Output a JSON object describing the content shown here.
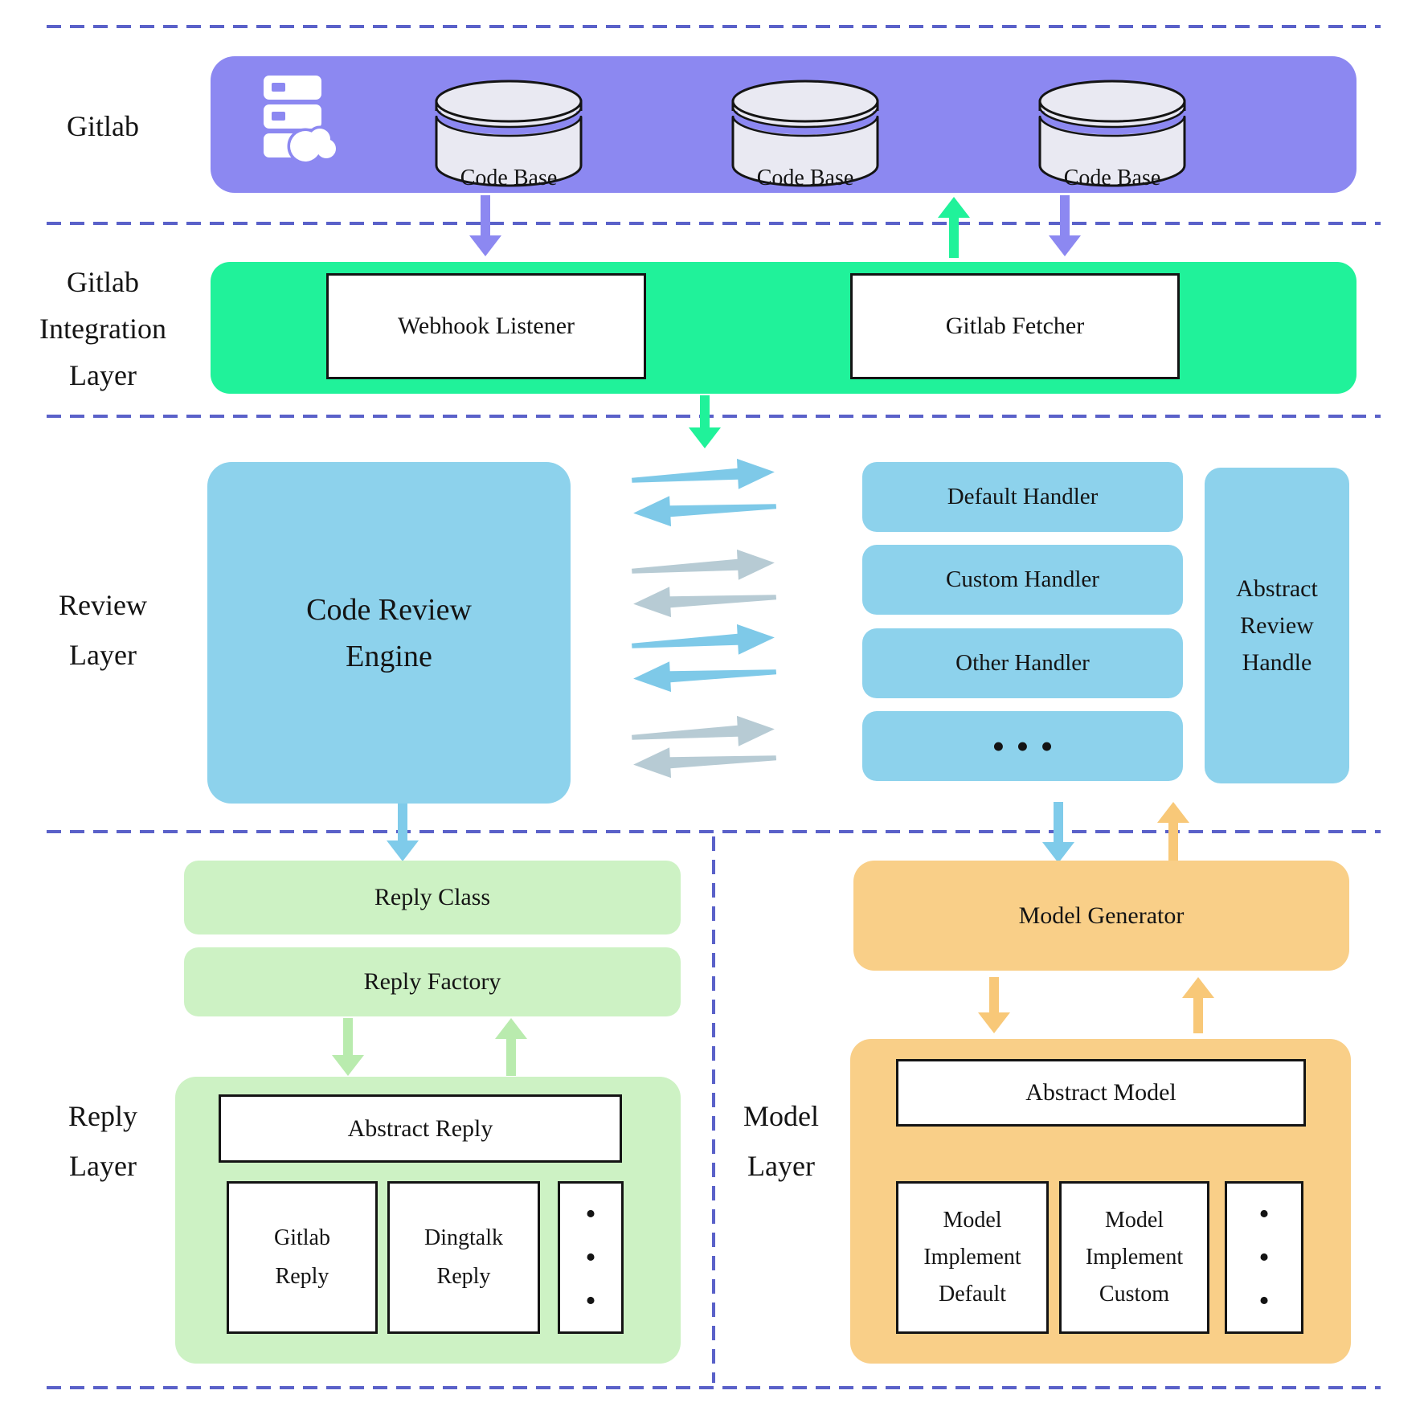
{
  "colors": {
    "purple": "#8C88F1",
    "green": "#20F29A",
    "blue": "#8DD2EC",
    "pale_green": "#CDF2C4",
    "orange": "#F9CF88",
    "arrow_blue": "#7EC9E8",
    "arrow_gray": "#B7CBD4",
    "arrow_sky": "#7FCBEA",
    "arrow_pale_green": "#B9EBAE",
    "arrow_orange": "#F8C878",
    "dash": "#5A61C9",
    "ink": "#141414"
  },
  "gitlab": {
    "label": "Gitlab",
    "code_bases": [
      "Code Base",
      "Code Base",
      "Code Base"
    ]
  },
  "integration": {
    "label_lines": [
      "Gitlab",
      "Integration",
      "Layer"
    ],
    "webhook_listener": "Webhook Listener",
    "gitlab_fetcher": "Gitlab Fetcher"
  },
  "review": {
    "label_lines": [
      "Review",
      "Layer"
    ],
    "engine_lines": [
      "Code Review",
      "Engine"
    ],
    "handlers": [
      "Default Handler",
      "Custom Handler",
      "Other Handler"
    ],
    "handler_dots": "•••",
    "abstract_handle_lines": [
      "Abstract",
      "Review",
      "Handle"
    ]
  },
  "reply": {
    "label_lines": [
      "Reply",
      "Layer"
    ],
    "reply_class": "Reply Class",
    "reply_factory": "Reply Factory",
    "abstract_reply": "Abstract Reply",
    "gitlab_reply_lines": [
      "Gitlab",
      "Reply"
    ],
    "dingtalk_reply_lines": [
      "Dingtalk",
      "Reply"
    ],
    "dots": "•\n•\n•"
  },
  "model": {
    "label_lines": [
      "Model",
      "Layer"
    ],
    "generator": "Model Generator",
    "abstract_model": "Abstract Model",
    "impl_default_lines": [
      "Model",
      "Implement",
      "Default"
    ],
    "impl_custom_lines": [
      "Model",
      "Implement",
      "Custom"
    ],
    "dots": "•\n•\n•"
  }
}
